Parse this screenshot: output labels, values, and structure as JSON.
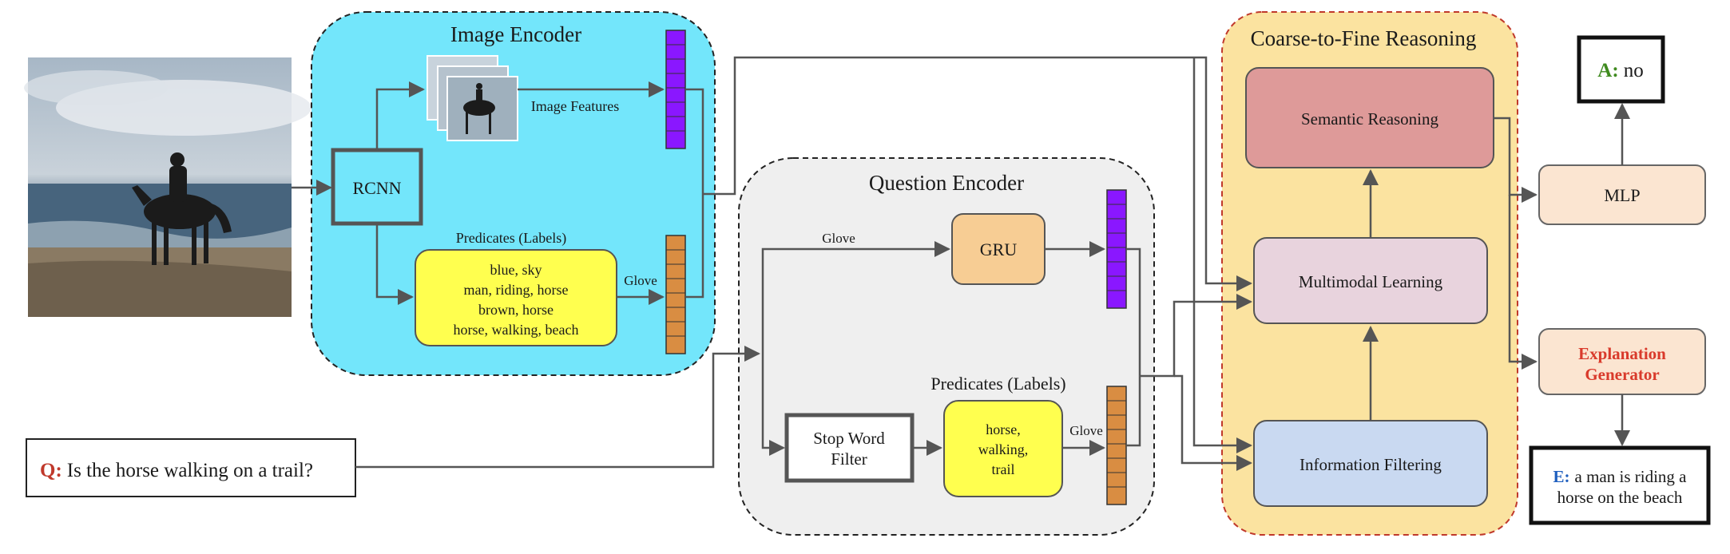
{
  "image_encoder": {
    "title": "Image Encoder",
    "rcnn": "RCNN",
    "image_features": "Image Features",
    "predicates_title": "Predicates (Labels)",
    "predicates": [
      "blue, sky",
      "man, riding, horse",
      "brown, horse",
      "horse, walking, beach"
    ],
    "glove": "Glove"
  },
  "question_encoder": {
    "title": "Question Encoder",
    "glove_top": "Glove",
    "gru": "GRU",
    "stop_word_filter": [
      "Stop Word",
      "Filter"
    ],
    "predicates_title": "Predicates (Labels)",
    "predicates": [
      "horse,",
      "walking,",
      "trail"
    ],
    "glove": "Glove"
  },
  "reasoning": {
    "title": "Coarse-to-Fine Reasoning",
    "semantic": "Semantic Reasoning",
    "multimodal": "Multimodal Learning",
    "filtering": "Information Filtering"
  },
  "mlp": "MLP",
  "explanation_generator": [
    "Explanation",
    "Generator"
  ],
  "answer": {
    "prefix": "A:",
    "text": "no"
  },
  "question": {
    "prefix": "Q:",
    "text": "Is the horse walking on a trail?"
  },
  "explanation": {
    "prefix": "E:",
    "line1": "a man is riding a",
    "line2": "horse on the beach"
  },
  "colors": {
    "image_encoder_bg": "#73e6fb",
    "question_encoder_bg": "#efefef",
    "reasoning_bg": "#fbe3a0",
    "reasoning_border": "#c0392b",
    "predicate_box": "#ffff4f",
    "gru_box": "#f7cd94",
    "semantic_box": "#de9a99",
    "multimodal_box": "#e8d3dd",
    "filtering_box": "#c9d9f1",
    "mlp_box": "#fbe5d1",
    "purple_vector": "#8a17ff",
    "orange_vector": "#d98d42",
    "answer_green": "#3f8a1f",
    "question_red": "#c0392b",
    "explanation_blue": "#1f5fbf"
  }
}
